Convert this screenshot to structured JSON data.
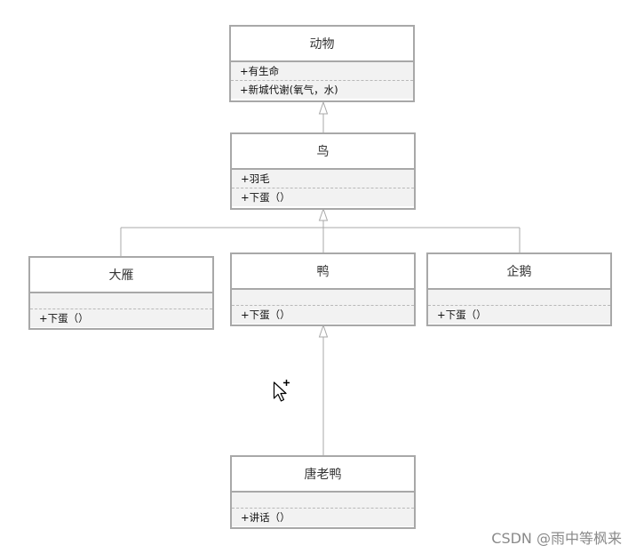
{
  "diagram": {
    "classes": {
      "animal": {
        "name": "动物",
        "attributes": [
          "+有生命"
        ],
        "operations": [
          "+新城代谢(氧气，水)"
        ]
      },
      "bird": {
        "name": "鸟",
        "attributes": [
          "+羽毛"
        ],
        "operations": [
          "+下蛋（）"
        ]
      },
      "wild_goose": {
        "name": "大雁",
        "attributes": [],
        "operations": [
          "+下蛋（）"
        ]
      },
      "duck": {
        "name": "鸭",
        "attributes": [],
        "operations": [
          "+下蛋（）"
        ]
      },
      "penguin": {
        "name": "企鹅",
        "attributes": [],
        "operations": [
          "+下蛋（）"
        ]
      },
      "donald_duck": {
        "name": "唐老鸭",
        "attributes": [],
        "operations": [
          "+讲话（）"
        ]
      }
    },
    "relations": [
      {
        "type": "generalization",
        "from": "鸟",
        "to": "动物"
      },
      {
        "type": "generalization",
        "from": "大雁",
        "to": "鸟"
      },
      {
        "type": "generalization",
        "from": "鸭",
        "to": "鸟"
      },
      {
        "type": "generalization",
        "from": "企鹅",
        "to": "鸟"
      },
      {
        "type": "generalization",
        "from": "唐老鸭",
        "to": "鸭"
      }
    ],
    "line_color": "#a8a8a8",
    "compartment_color": "#f2f2f2"
  },
  "watermark": "CSDN @雨中等枫来"
}
